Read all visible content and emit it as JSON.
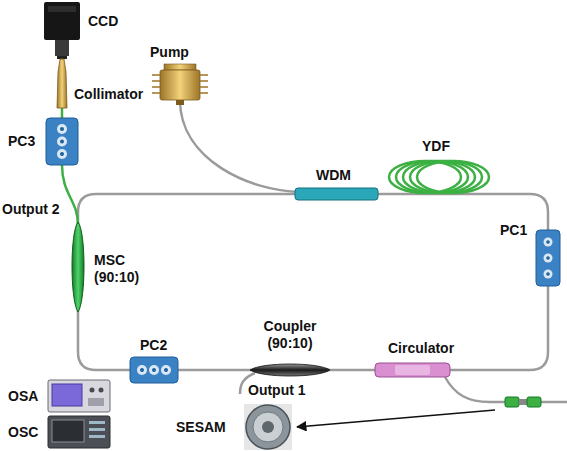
{
  "diagram": {
    "labels": [
      "CCD",
      "Pump",
      "Collimator",
      "PC3",
      "YDF",
      "WDM",
      "Output 2",
      "PC1",
      "MSC (90:10)",
      "Coupler (90:10)",
      "Circulator",
      "PC2",
      "OSA",
      "Output 1",
      "SESAM",
      "OSC"
    ]
  }
}
